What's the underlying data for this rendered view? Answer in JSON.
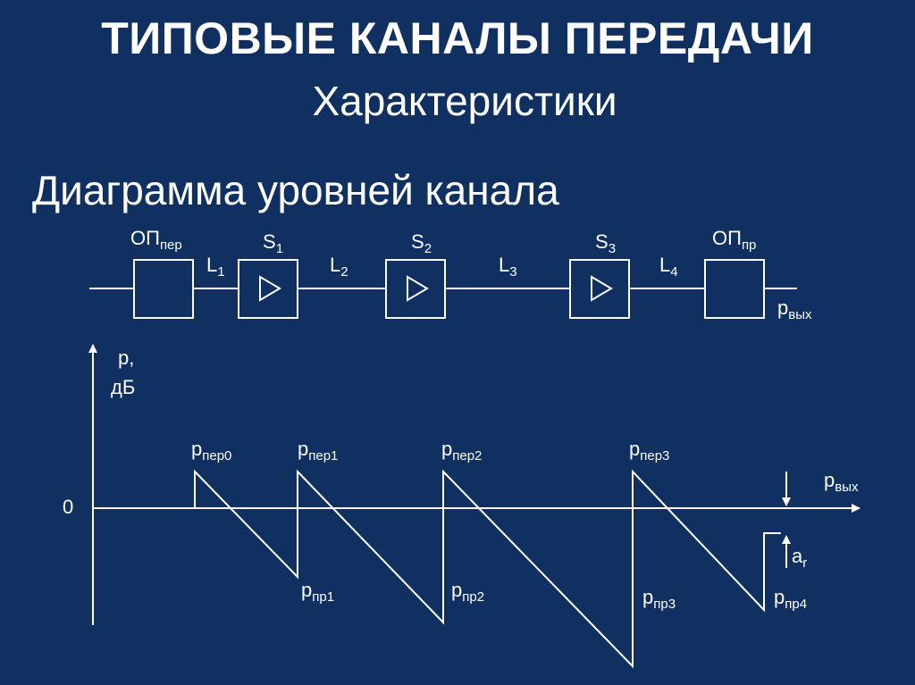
{
  "title": "ТИПОВЫЕ КАНАЛЫ ПЕРЕДАЧИ",
  "subtitle": "Характеристики",
  "section_title": "Диаграмма уровней канала",
  "block_diagram": {
    "op_per": {
      "main": "ОП",
      "sub": "пер"
    },
    "op_pr": {
      "main": "ОП",
      "sub": "пр"
    },
    "amplifiers": [
      {
        "main": "S",
        "sub": "1"
      },
      {
        "main": "S",
        "sub": "2"
      },
      {
        "main": "S",
        "sub": "3"
      }
    ],
    "lines": [
      {
        "main": "L",
        "sub": "1"
      },
      {
        "main": "L",
        "sub": "2"
      },
      {
        "main": "L",
        "sub": "3"
      },
      {
        "main": "L",
        "sub": "4"
      }
    ],
    "output": {
      "main": "p",
      "sub": "вых"
    }
  },
  "level_chart": {
    "y_label_1": "p,",
    "y_label_2": "дБ",
    "zero": "0",
    "output": {
      "main": "p",
      "sub": "вых"
    },
    "transmit_levels": [
      {
        "main": "p",
        "sub": "пер0"
      },
      {
        "main": "p",
        "sub": "пер1"
      },
      {
        "main": "p",
        "sub": "пер2"
      },
      {
        "main": "p",
        "sub": "пер3"
      }
    ],
    "receive_levels": [
      {
        "main": "p",
        "sub": "пр1"
      },
      {
        "main": "p",
        "sub": "пр2"
      },
      {
        "main": "p",
        "sub": "пр3"
      },
      {
        "main": "p",
        "sub": "пр4"
      }
    ],
    "residual": {
      "main": "a",
      "sub": "r"
    }
  }
}
